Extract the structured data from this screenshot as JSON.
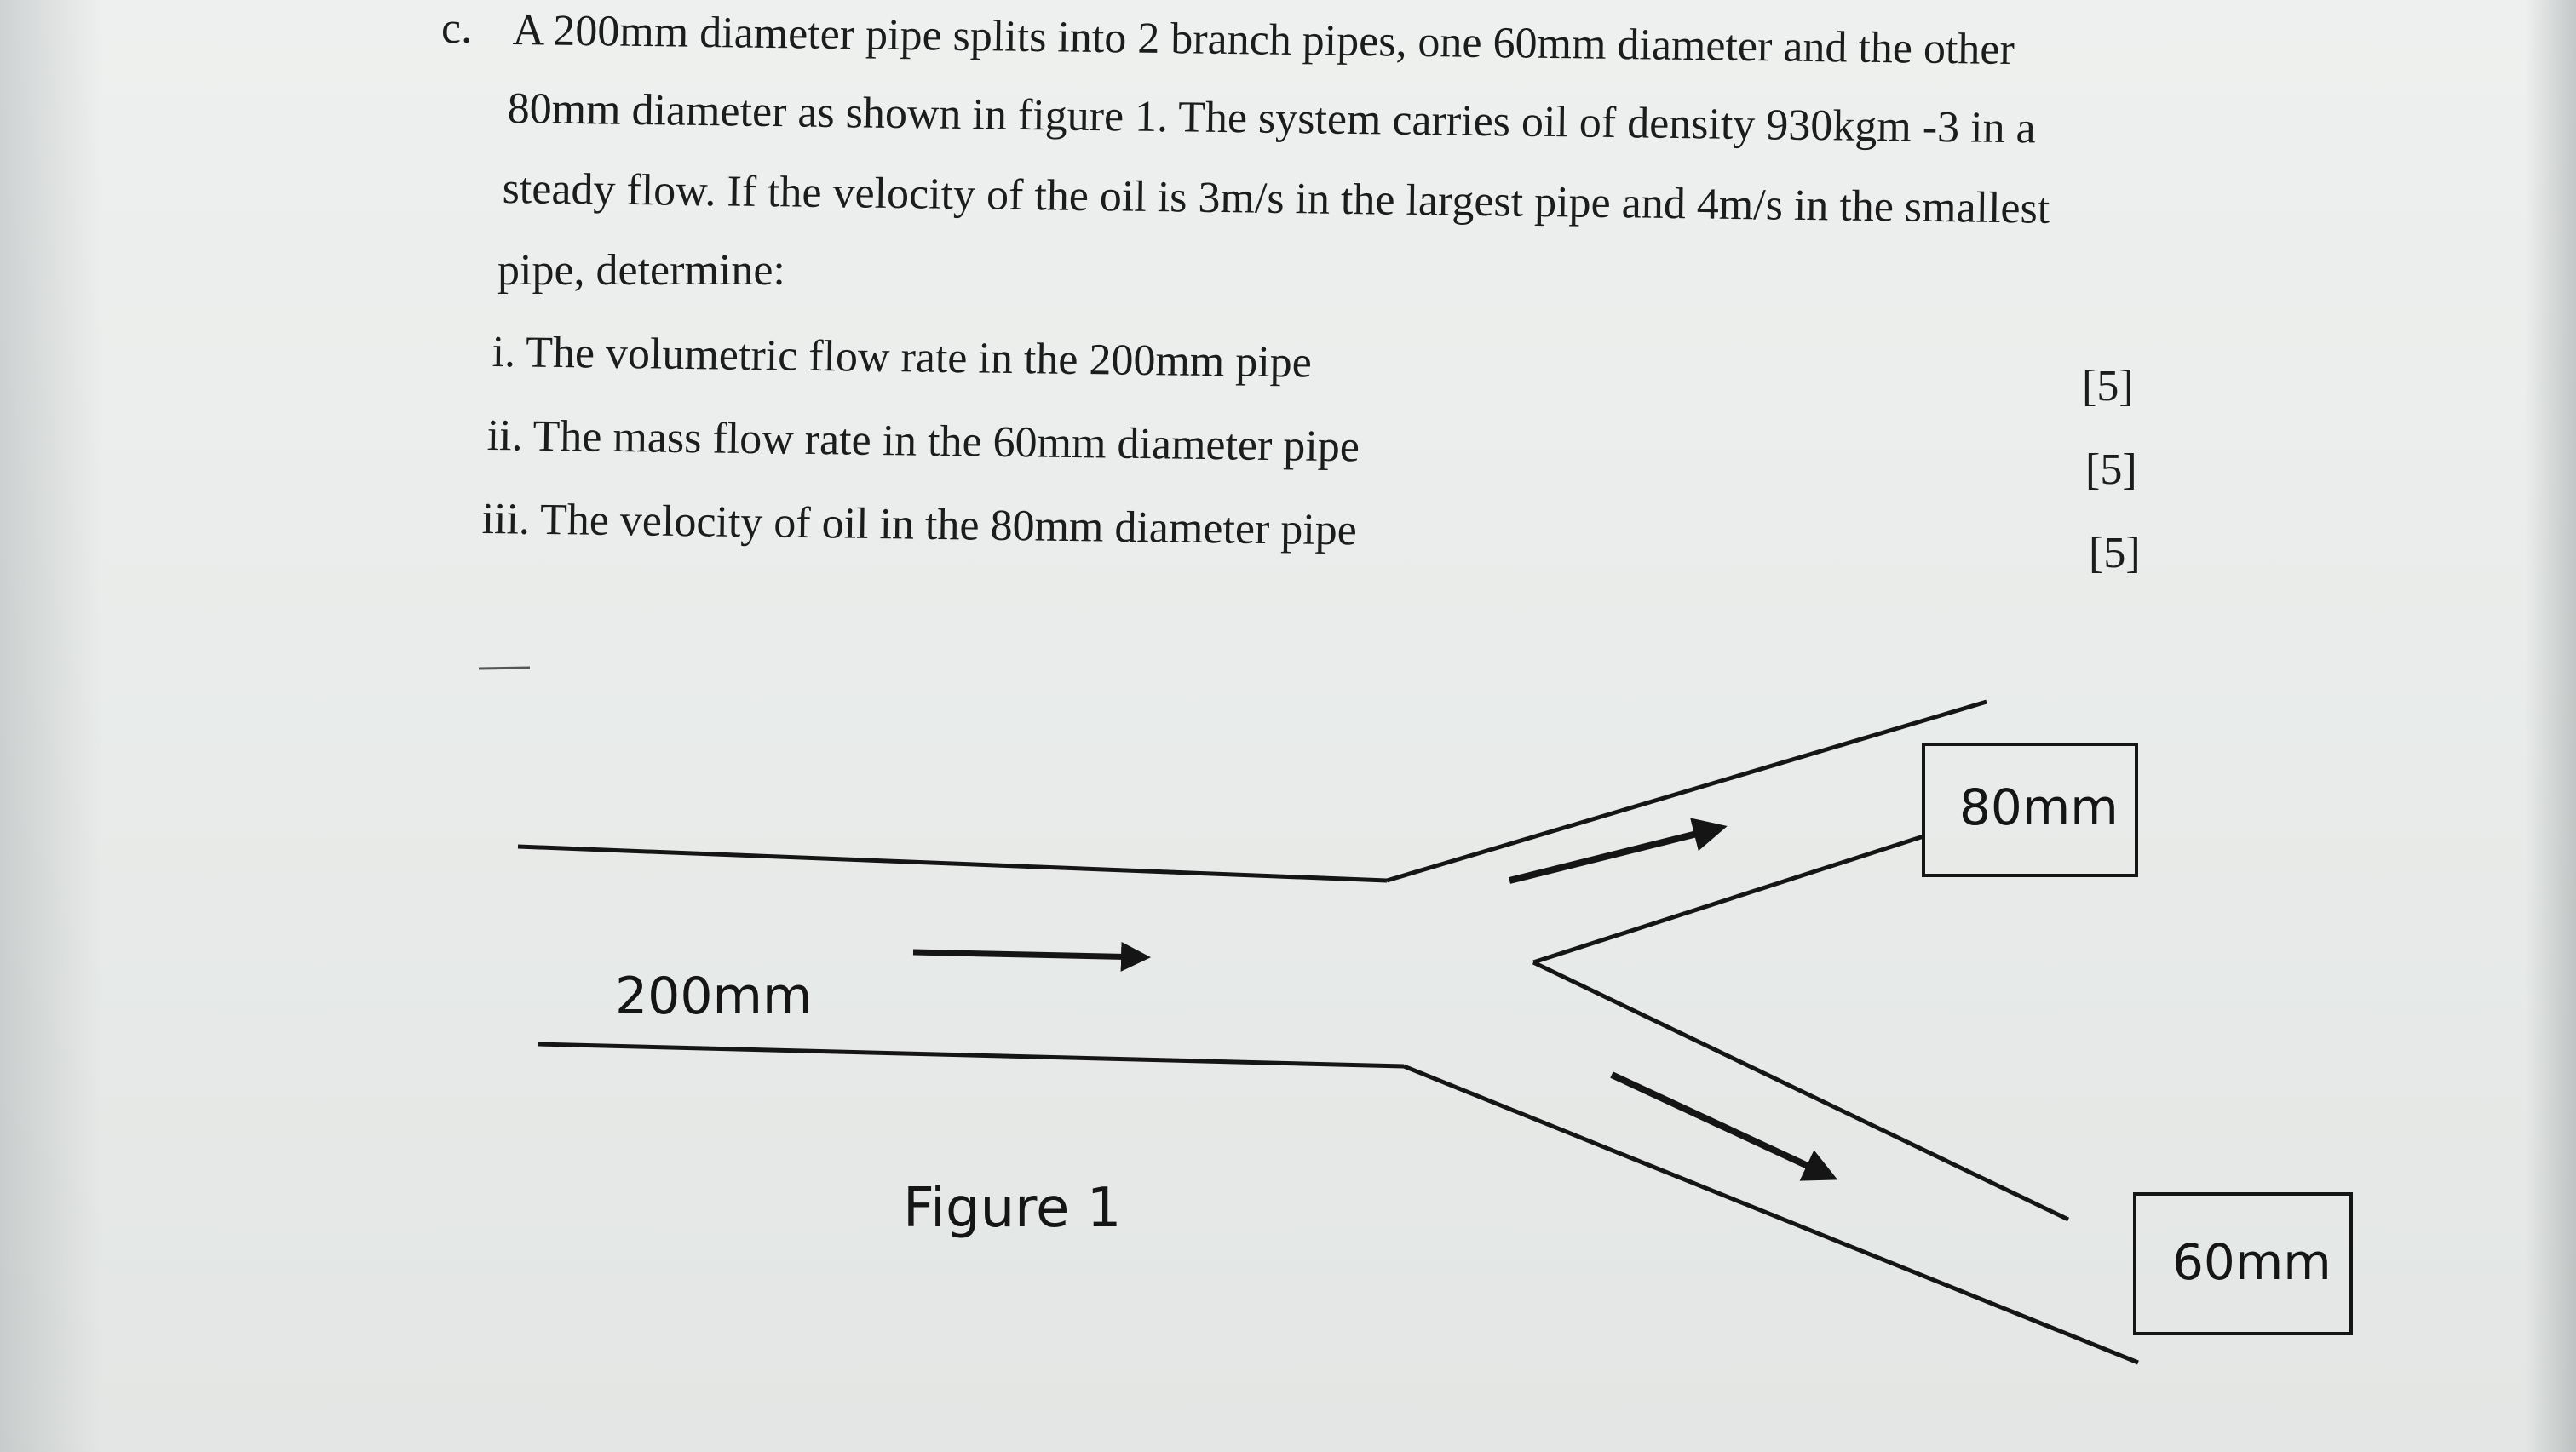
{
  "question": {
    "label": "c.",
    "lines": [
      "A 200mm diameter pipe splits into 2 branch pipes, one 60mm diameter and the other",
      "80mm diameter as shown in figure 1. The system carries oil of density 930kgm -3 in a",
      "steady flow. If the velocity of the oil is 3m/s  in the largest pipe and 4m/s  in the smallest",
      "pipe, determine:"
    ],
    "parts": [
      {
        "text": "i. The volumetric flow rate in the 200mm pipe",
        "marks": "[5]"
      },
      {
        "text": "ii. The mass flow rate in the 60mm diameter pipe",
        "marks": "[5]"
      },
      {
        "text": "iii. The velocity of oil in the 80mm diameter pipe",
        "marks": "[5]"
      }
    ]
  },
  "figure": {
    "main_pipe_label": "200mm",
    "upper_branch_label": "80mm",
    "lower_branch_label": "60mm",
    "caption": "Figure  1"
  }
}
